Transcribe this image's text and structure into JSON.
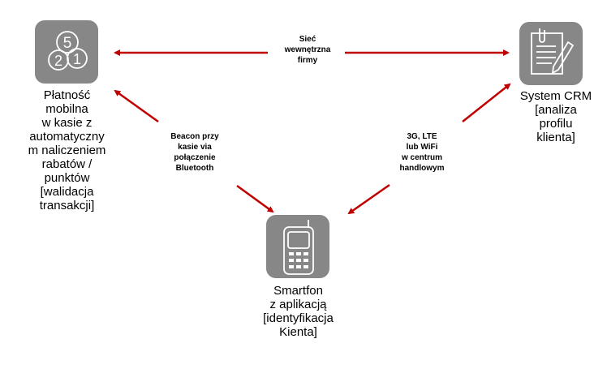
{
  "nodes": {
    "payment": {
      "label_lines": [
        "Płatność",
        "mobilna",
        "w kasie z",
        "automatyczny",
        "m naliczeniem",
        "rabatów /",
        "punktów",
        "[walidacja",
        "transakcji]"
      ],
      "icon": "coins-icon",
      "coin_numbers": [
        "5",
        "2",
        "1"
      ]
    },
    "crm": {
      "label_lines": [
        "System CRM",
        "[analiza",
        "profilu",
        "klienta]"
      ],
      "icon": "clipboard-pencil-icon"
    },
    "phone": {
      "label_lines": [
        "Smartfon",
        "z aplikacją",
        "[identyfikacja",
        "Kienta]"
      ],
      "icon": "mobile-phone-icon"
    }
  },
  "edges": {
    "payment_crm": [
      "Sieć",
      "wewnętrzna",
      "firmy"
    ],
    "payment_phone": [
      "Beacon przy",
      "kasie via",
      "połączenie",
      "Bluetooth"
    ],
    "crm_phone": [
      "3G, LTE",
      "lub WiFi",
      "w centrum",
      "handlowym"
    ]
  },
  "colors": {
    "arrow": "#c00000",
    "icon_bg": "#878787"
  }
}
